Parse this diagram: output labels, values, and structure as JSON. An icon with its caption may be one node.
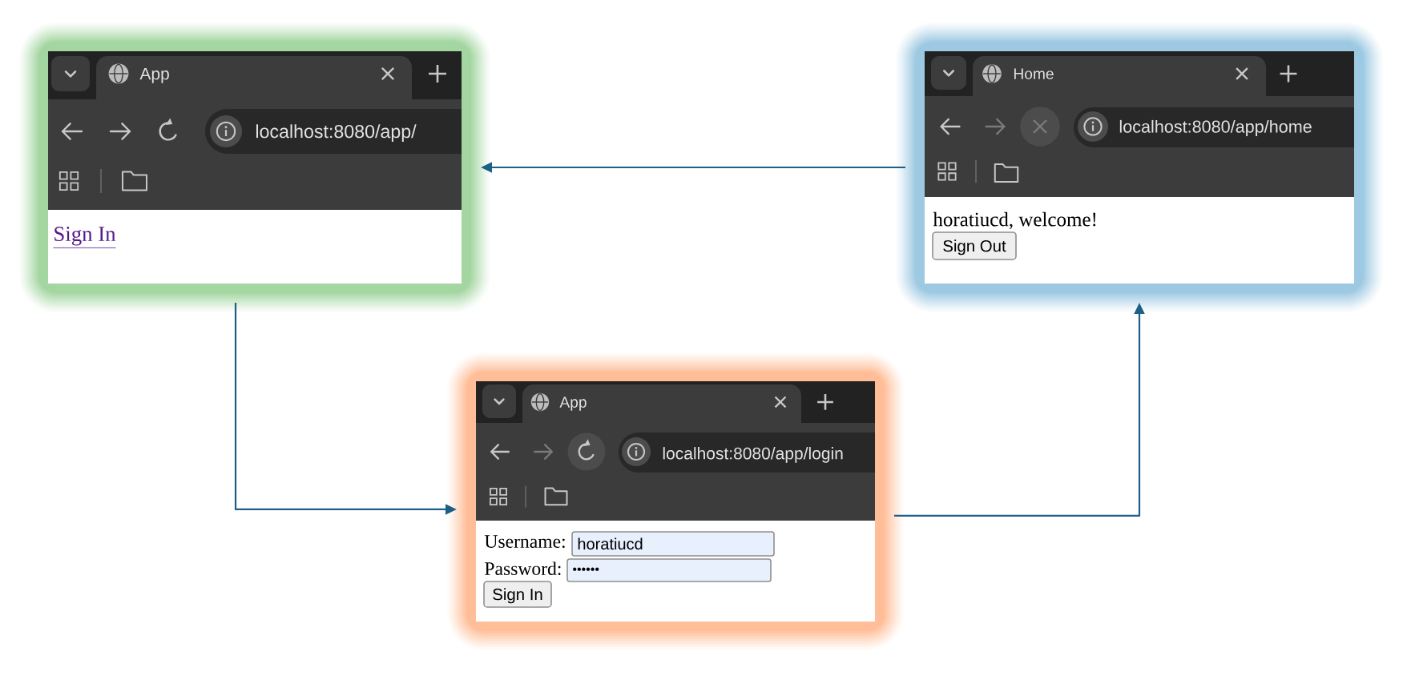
{
  "diagram": {
    "nodes": [
      {
        "text": [
          "App",
          "localhost:8080/app/",
          "Sign In"
        ]
      },
      {
        "text": [
          "Home",
          "localhost:8080/app/home",
          "horatiucd, welcome!",
          "Sign Out"
        ]
      },
      {
        "text": [
          "App",
          "localhost:8080/app/login",
          "Username:",
          "horatiucd",
          "Password:",
          "••••••",
          "Sign In"
        ]
      }
    ],
    "edges": [
      {
        "from": 0,
        "to": 2,
        "arrow": "to"
      },
      {
        "from": 2,
        "to": 1,
        "arrow": "to"
      },
      {
        "from": 1,
        "to": 0,
        "arrow": "to"
      }
    ]
  }
}
